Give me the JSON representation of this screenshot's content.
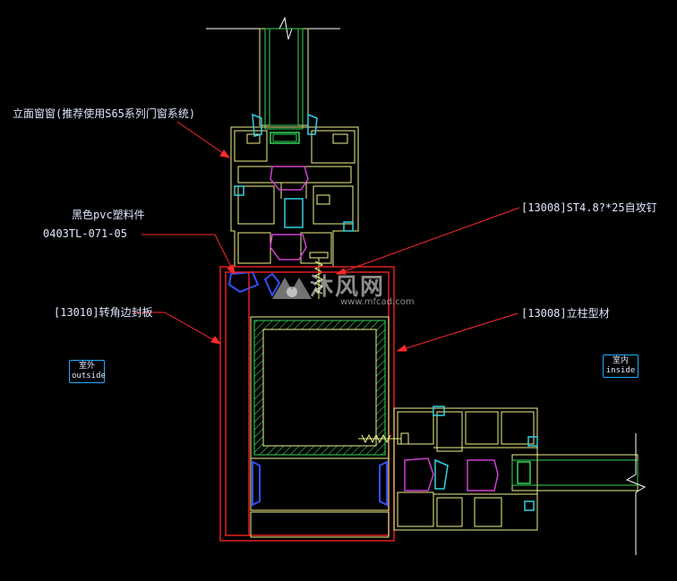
{
  "labels": {
    "facade_window": "立面窗窗(推荐使用S65系列门窗系统)",
    "pvc_part_name": "黑色pvc塑料件",
    "pvc_part_code": "0403TL-071-05",
    "screw": "[13008]ST4.8?*25自攻钉",
    "closure_board": "[13010]转角边封板",
    "mullion": "[13008]立柱型材",
    "outside_cn": "室外",
    "outside_en": "outside",
    "inside_cn": "室内",
    "inside_en": "inside"
  },
  "watermark": {
    "brand": "沐风网",
    "url": "www.mfcad.com"
  },
  "colors": {
    "background": "#000000",
    "leader": "#ff2a2a",
    "profile_yellow": "#f0f08a",
    "profile_green": "#33d65a",
    "profile_cyan": "#33cfe0",
    "profile_magenta": "#d040d0",
    "profile_red": "#e02020",
    "profile_blue": "#3050ff",
    "label_text": "#dfe7ff",
    "tag_border": "#22a9ff"
  }
}
